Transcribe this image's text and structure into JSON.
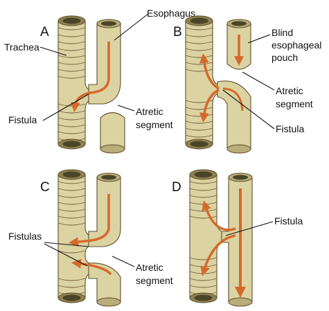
{
  "colors": {
    "tissue": "#dcd3a3",
    "tissue_shade": "#b9ad79",
    "tissue_dark": "#8f8150",
    "lumen": "#4a4528",
    "arrow": "#d46a2a",
    "arrow_dark": "#a84718"
  },
  "panels": [
    {
      "letter": "A",
      "labels": {
        "esophagus": "Esophagus",
        "trachea": "Trachea",
        "fistula": "Fistula",
        "atretic_1": "Atretic",
        "atretic_2": "segment"
      }
    },
    {
      "letter": "B",
      "labels": {
        "pouch_1": "Blind",
        "pouch_2": "esophageal",
        "pouch_3": "pouch",
        "atretic_1": "Atretic",
        "atretic_2": "segment",
        "fistula": "Fistula"
      }
    },
    {
      "letter": "C",
      "labels": {
        "fistulas": "Fistulas",
        "atretic_1": "Atretic",
        "atretic_2": "segment"
      }
    },
    {
      "letter": "D",
      "labels": {
        "fistula": "Fistula"
      }
    }
  ]
}
